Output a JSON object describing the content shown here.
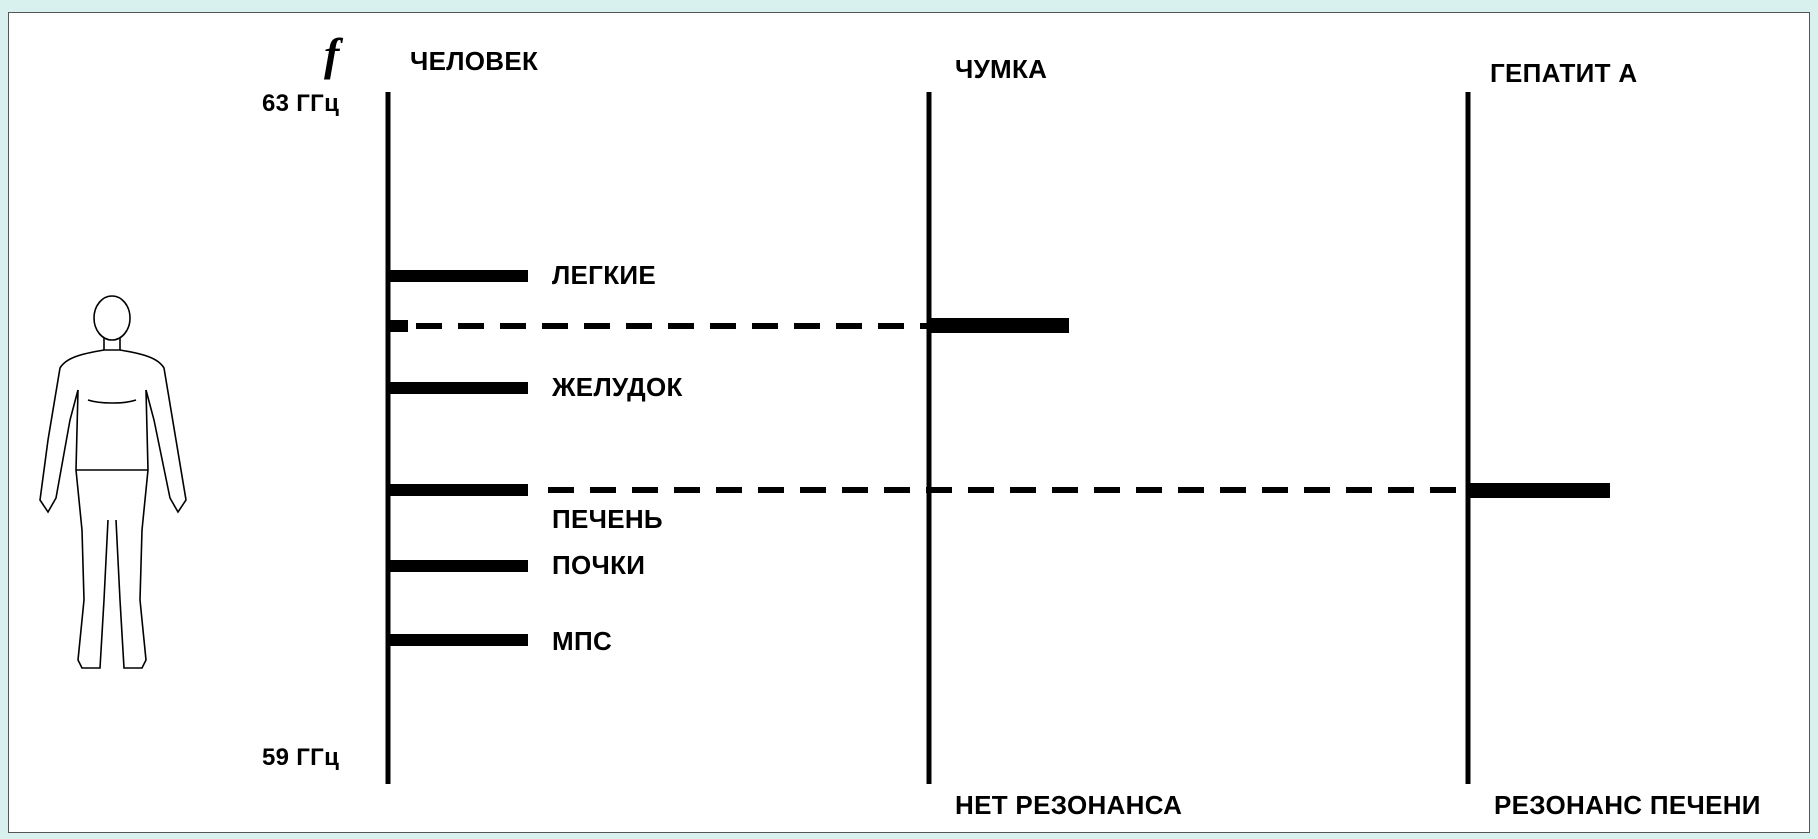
{
  "axis": {
    "symbol": "f",
    "top_label": "63 ГГц",
    "bottom_label": "59 ГГц"
  },
  "columns": [
    {
      "id": "human",
      "header": "ЧЕЛОВЕК",
      "footer": ""
    },
    {
      "id": "plague",
      "header": "ЧУМКА",
      "footer": "НЕТ РЕЗОНАНСА"
    },
    {
      "id": "hepatitis",
      "header": "ГЕПАТИТ А",
      "footer": "РЕЗОНАНС ПЕЧЕНИ"
    }
  ],
  "organs": [
    {
      "label": "ЛЕГКИЕ"
    },
    {
      "label": "ЖЕЛУДОК"
    },
    {
      "label": "ПЕЧЕНЬ"
    },
    {
      "label": "ПОЧКИ"
    },
    {
      "label": "МПС"
    }
  ],
  "resonances": [
    {
      "column": "plague",
      "result": "нет резонанса"
    },
    {
      "column": "hepatitis",
      "result": "резонанс печени",
      "organ": "ПЕЧЕНЬ"
    }
  ]
}
